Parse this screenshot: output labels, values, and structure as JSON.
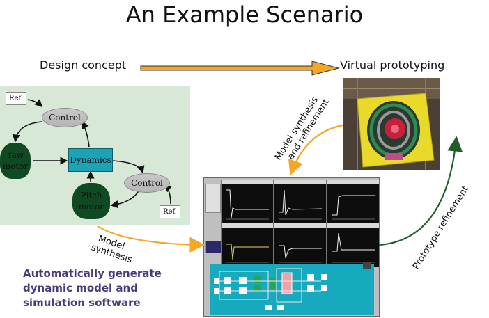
{
  "title": "An Example Scenario",
  "labels": {
    "design_concept": "Design concept",
    "virtual_prototyping": "Virtual prototyping",
    "model_synthesis_refinement": [
      "Model synthesis",
      "and refinement"
    ],
    "model_synthesis": [
      "Model",
      "synthesis"
    ],
    "prototype_refinement": "Prototype refinement"
  },
  "block_diagram": {
    "ref_top": "Ref.",
    "ref_bottom": "Ref.",
    "control_top": "Control",
    "control_bottom": "Control",
    "dynamics": "Dynamics",
    "yaw_motor": [
      "Yaw",
      "motor"
    ],
    "pitch_motor": [
      "Pitch",
      "motor"
    ]
  },
  "caption": [
    "Automatically generate",
    "dynamic model and",
    "simulation software"
  ],
  "colors": {
    "arrow_orange": "#f5a623",
    "arrow_green": "#1f5f2c",
    "panel_bg": "#d8e8d6",
    "dynamics_block": "#1ea3b6",
    "motor": "#0f4a22",
    "caption_text": "#4a3a7a",
    "sim_bottom": "#17a9be"
  }
}
